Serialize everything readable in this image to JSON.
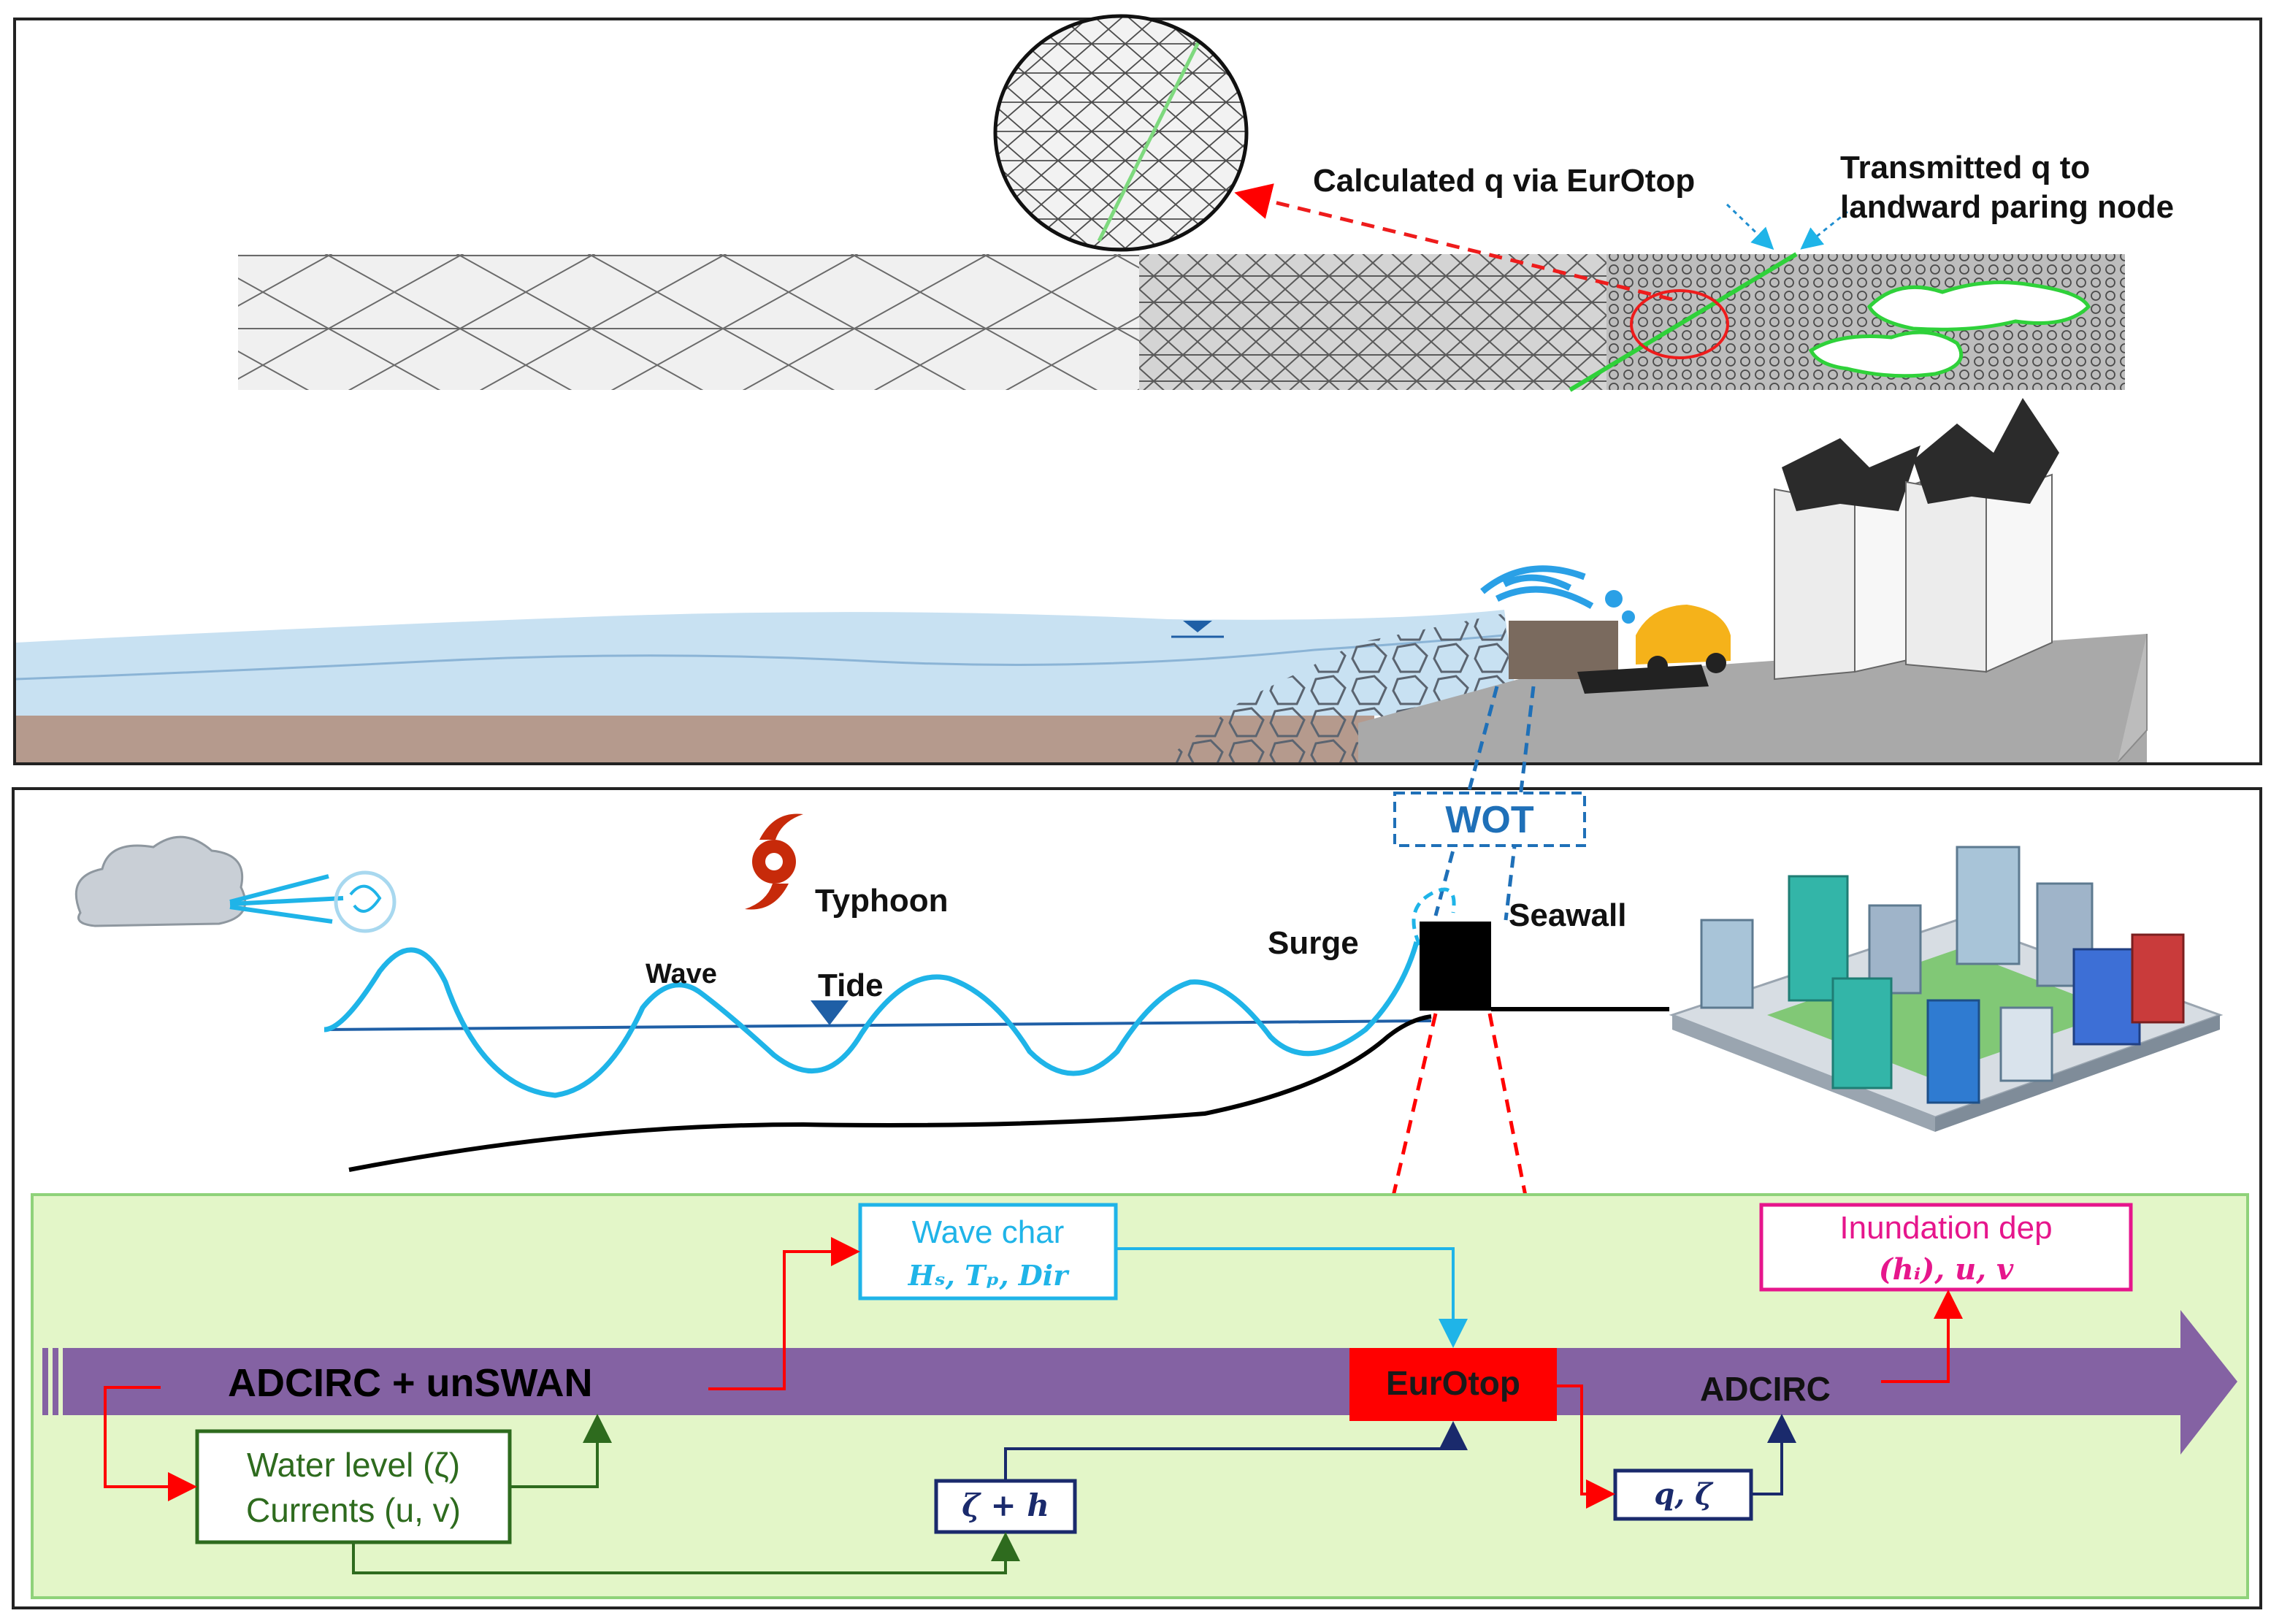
{
  "top_panel": {
    "callout_left": "Calculated q via EurOtop",
    "callout_right_line1": "Transmitted q to",
    "callout_right_line2": "landward paring node"
  },
  "bottom_panel": {
    "wot_label": "WOT",
    "typhoon_label": "Typhoon",
    "wave_label": "Wave",
    "tide_label": "Tide",
    "surge_label": "Surge",
    "seawall_label": "Seawall"
  },
  "flow": {
    "main_arrow_label": "ADCIRC + unSWAN",
    "eurotop_label": "EurOtop",
    "adcirc_label": "ADCIRC",
    "wave_char_title": "Wave char",
    "wave_char_vars": "Hₛ, Tₚ, Dir",
    "inundation_title": "Inundation dep",
    "inundation_vars": "(hᵢ), u, v",
    "water_level_line1": "Water level (ζ)",
    "water_level_line2": "Currents (u, v)",
    "zeta_h": "ζ + h",
    "q_zeta": "q, ζ"
  },
  "colors": {
    "purple_arrow": "#8462a3",
    "flow_bg": "#e3f6c8",
    "eurotop_red": "#ff0000",
    "wave_blue": "#1fb4e8",
    "navy": "#1a2a6c",
    "dark_green": "#2e6b1e",
    "magenta": "#e6168c"
  }
}
